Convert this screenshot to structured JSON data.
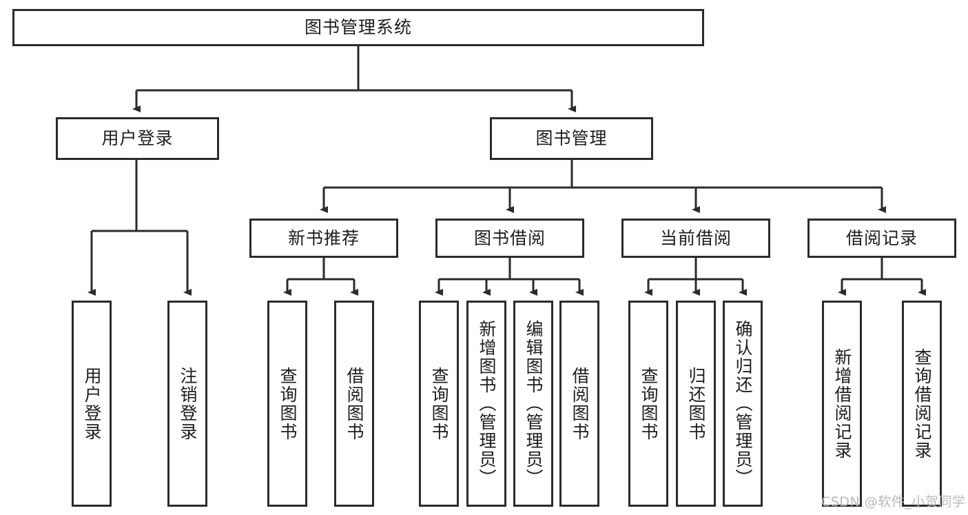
{
  "diagram": {
    "title": "图书管理系统",
    "type": "tree-hierarchy-diagram",
    "colors": {
      "box_border": "#2b2b2b",
      "box_fill": "#ffffff",
      "edge": "#2b2b2b",
      "text": "#1d1d1d",
      "watermark": "#b9b9b9",
      "background": "#ffffff"
    },
    "root": {
      "label": "图书管理系统"
    },
    "level2": [
      {
        "label": "用户登录"
      },
      {
        "label": "图书管理"
      }
    ],
    "level3": [
      {
        "label": "新书推荐"
      },
      {
        "label": "图书借阅"
      },
      {
        "label": "当前借阅"
      },
      {
        "label": "借阅记录"
      }
    ],
    "leaves": {
      "user_login": [
        {
          "label": "用户登录"
        },
        {
          "label": "注销登录"
        }
      ],
      "new_book_recommend": [
        {
          "label": "查询图书"
        },
        {
          "label": "借阅图书"
        }
      ],
      "book_borrow": [
        {
          "label": "查询图书"
        },
        {
          "label": "新增图书（管理员）"
        },
        {
          "label": "编辑图书（管理员）"
        },
        {
          "label": "借阅图书"
        }
      ],
      "current_borrow": [
        {
          "label": "查询图书"
        },
        {
          "label": "归还图书"
        },
        {
          "label": "确认归还（管理员）"
        }
      ],
      "borrow_record": [
        {
          "label": "新增借阅记录"
        },
        {
          "label": "查询借阅记录"
        }
      ]
    }
  },
  "watermark": {
    "text": "CSDN @软件_小贺同学"
  }
}
